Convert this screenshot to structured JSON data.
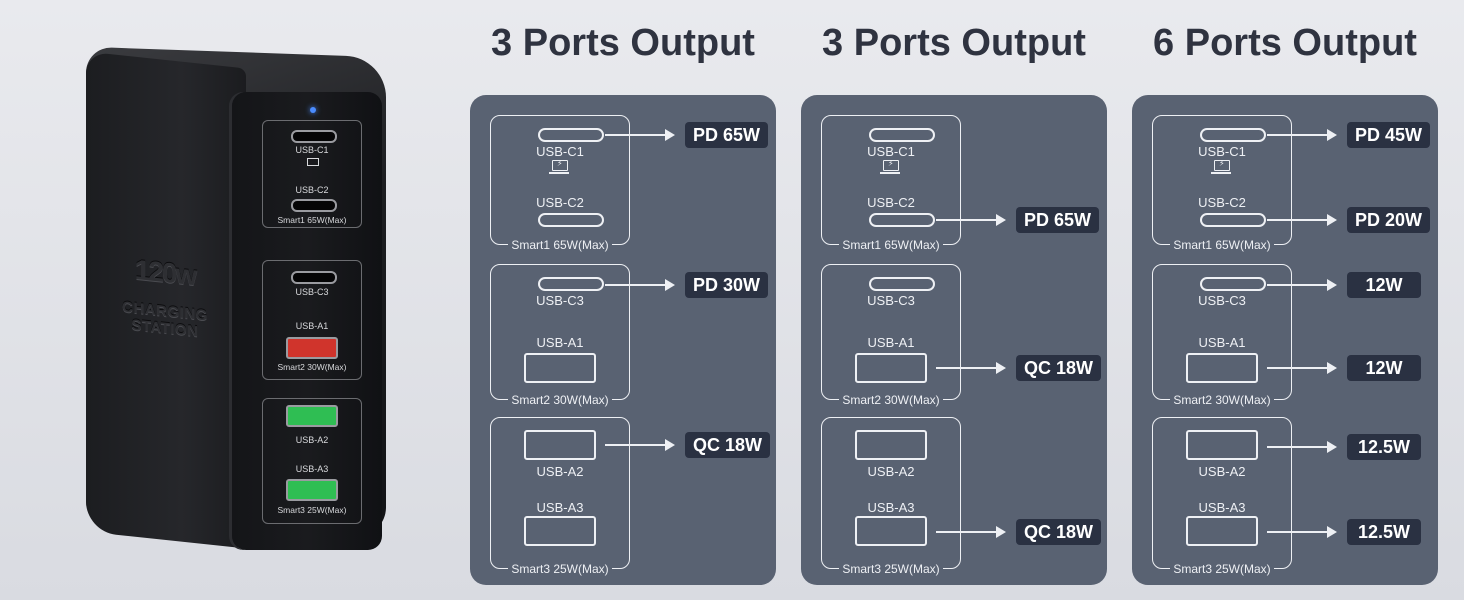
{
  "charger": {
    "title_big": "120",
    "title_unit": "w",
    "title_small": "CHARGING STATION",
    "ports": {
      "c1": "USB-C1",
      "c2": "USB-C2",
      "c3": "USB-C3",
      "a1": "USB-A1",
      "a2": "USB-A2",
      "a3": "USB-A3"
    },
    "groups": [
      "Smart1  65W(Max)",
      "Smart2  30W(Max)",
      "Smart3  25W(Max)"
    ]
  },
  "ports": {
    "c1": "USB-C1",
    "c2": "USB-C2",
    "c3": "USB-C3",
    "a1": "USB-A1",
    "a2": "USB-A2",
    "a3": "USB-A3"
  },
  "groups": {
    "g1": "Smart1  65W(Max)",
    "g2": "Smart2  30W(Max)",
    "g3": "Smart3  25W(Max)"
  },
  "panels": [
    {
      "heading": "3 Ports Output",
      "outputs": {
        "c1": "PD 65W",
        "c3": "PD 30W",
        "a2": "QC 18W"
      }
    },
    {
      "heading": "3 Ports Output",
      "outputs": {
        "c2": "PD 65W",
        "a1": "QC 18W",
        "a3": "QC 18W"
      }
    },
    {
      "heading": "6 Ports Output",
      "outputs": {
        "c1": "PD 45W",
        "c2": "PD 20W",
        "c3": "12W",
        "a1": "12W",
        "a2": "12.5W",
        "a3": "12.5W"
      }
    }
  ],
  "colors": {
    "panel": "#596272",
    "badge": "#2a3142",
    "line": "#eef0f4",
    "port_red": "#d0342c",
    "port_green": "#2fbe53",
    "led": "#4a8cff"
  },
  "icons": [
    "laptop-icon",
    "arrow-icon"
  ]
}
